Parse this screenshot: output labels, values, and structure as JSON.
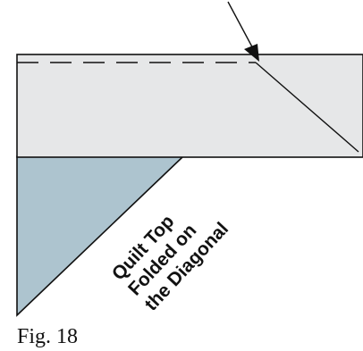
{
  "figure": {
    "caption": "Fig. 18",
    "label_lines": [
      "Quilt Top",
      "Folded on",
      "the Diagonal"
    ]
  },
  "colors": {
    "folded_band_fill": "#e6e7e8",
    "quilt_triangle_fill": "#adc4cf",
    "outline": "#111111",
    "background": "#ffffff"
  }
}
